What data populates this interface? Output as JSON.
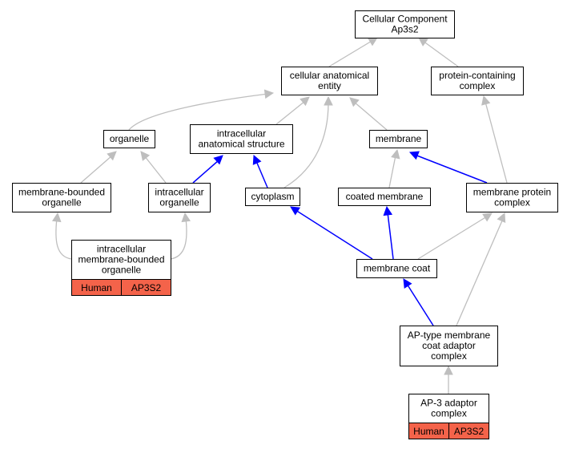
{
  "colors": {
    "is_a_edge": "#bebebe",
    "part_of_edge": "#0000ff",
    "annotation_badge": "#f4634a"
  },
  "nodes": {
    "root": [
      "Cellular Component",
      "Ap3s2"
    ],
    "cellular_anatomical_entity": [
      "cellular anatomical",
      "entity"
    ],
    "protein_containing_complex": [
      "protein-containing",
      "complex"
    ],
    "organelle": [
      "organelle"
    ],
    "intracellular_anatomical_structure": [
      "intracellular",
      "anatomical structure"
    ],
    "membrane": [
      "membrane"
    ],
    "membrane_bounded_organelle": [
      "membrane-bounded",
      "organelle"
    ],
    "intracellular_organelle": [
      "intracellular",
      "organelle"
    ],
    "cytoplasm": [
      "cytoplasm"
    ],
    "coated_membrane": [
      "coated membrane"
    ],
    "membrane_protein_complex": [
      "membrane protein",
      "complex"
    ],
    "intracellular_membrane_bounded_organelle": [
      "intracellular",
      "membrane-bounded",
      "organelle"
    ],
    "membrane_coat": [
      "membrane coat"
    ],
    "ap_type_membrane_coat_adaptor_complex": [
      "AP-type membrane",
      "coat adaptor",
      "complex"
    ],
    "ap3_adaptor_complex": [
      "AP-3 adaptor",
      "complex"
    ]
  },
  "annotations": {
    "intracellular_membrane_bounded_organelle": {
      "species": "Human",
      "gene": "AP3S2"
    },
    "ap3_adaptor_complex": {
      "species": "Human",
      "gene": "AP3S2"
    }
  }
}
